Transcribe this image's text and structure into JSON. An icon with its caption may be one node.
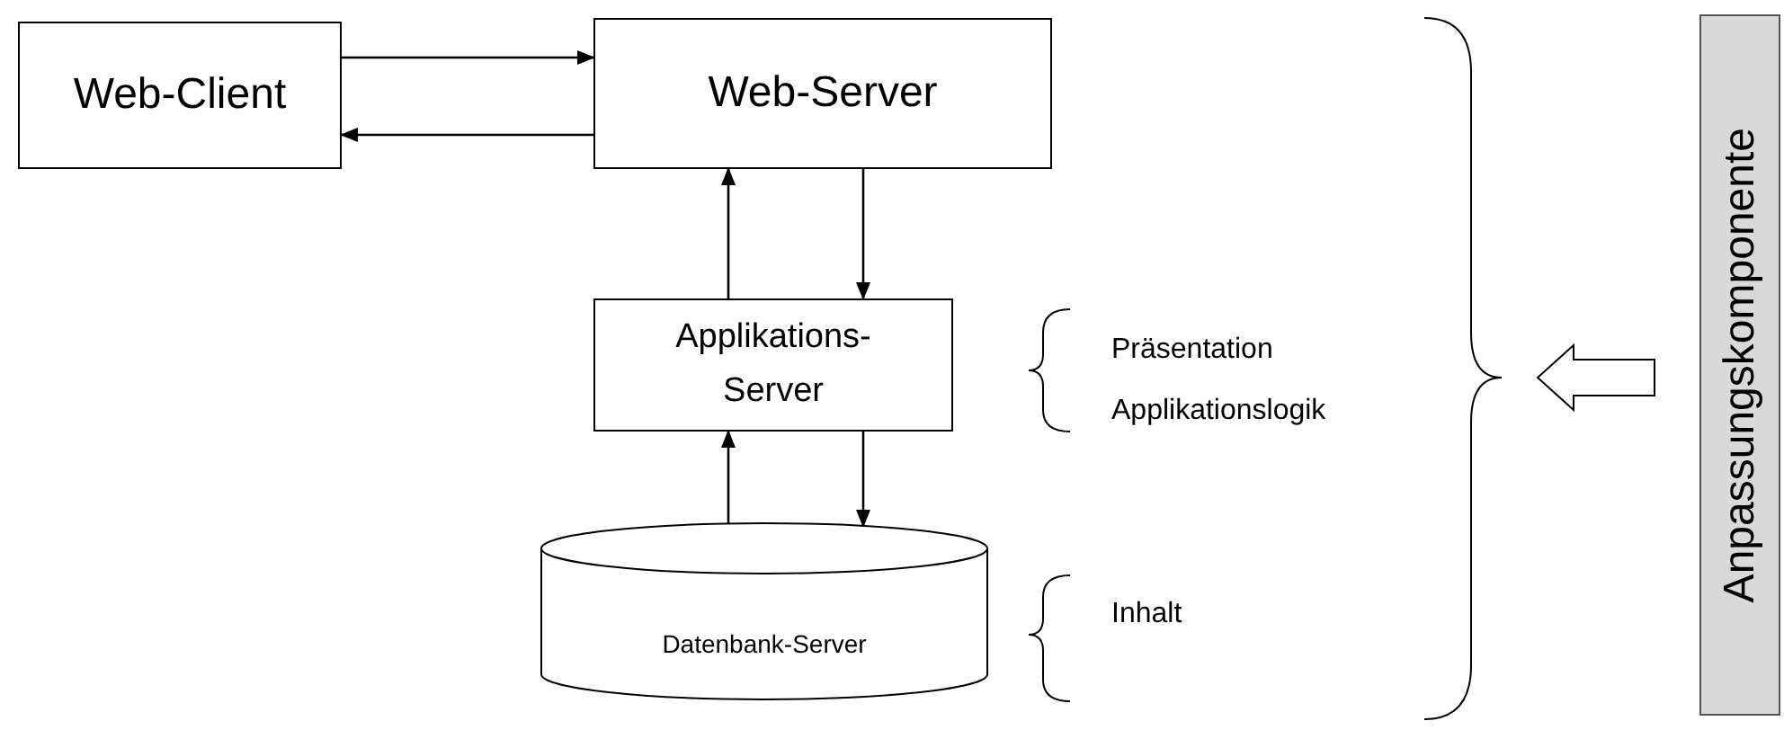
{
  "diagram": {
    "nodes": [
      {
        "text": [
          "Web-Client"
        ]
      },
      {
        "text": [
          "Web-Server"
        ]
      },
      {
        "text": [
          "Applikations-Server"
        ]
      },
      {
        "text": [
          "Datenbank-Server"
        ]
      },
      {
        "text": [
          "Anpassungskomponente"
        ]
      }
    ],
    "edges": [
      {
        "from": 0,
        "to": 1,
        "arrow": "to"
      },
      {
        "from": 1,
        "to": 0,
        "arrow": "to"
      },
      {
        "from": 2,
        "to": 1,
        "arrow": "to"
      },
      {
        "from": 1,
        "to": 2,
        "arrow": "to"
      },
      {
        "from": 3,
        "to": 2,
        "arrow": "to"
      },
      {
        "from": 2,
        "to": 3,
        "arrow": "to"
      },
      {
        "from": 4,
        "to": null,
        "arrow": "to"
      }
    ],
    "labels": [
      "Präsentation Applikationslogik",
      "Inhalt"
    ]
  }
}
